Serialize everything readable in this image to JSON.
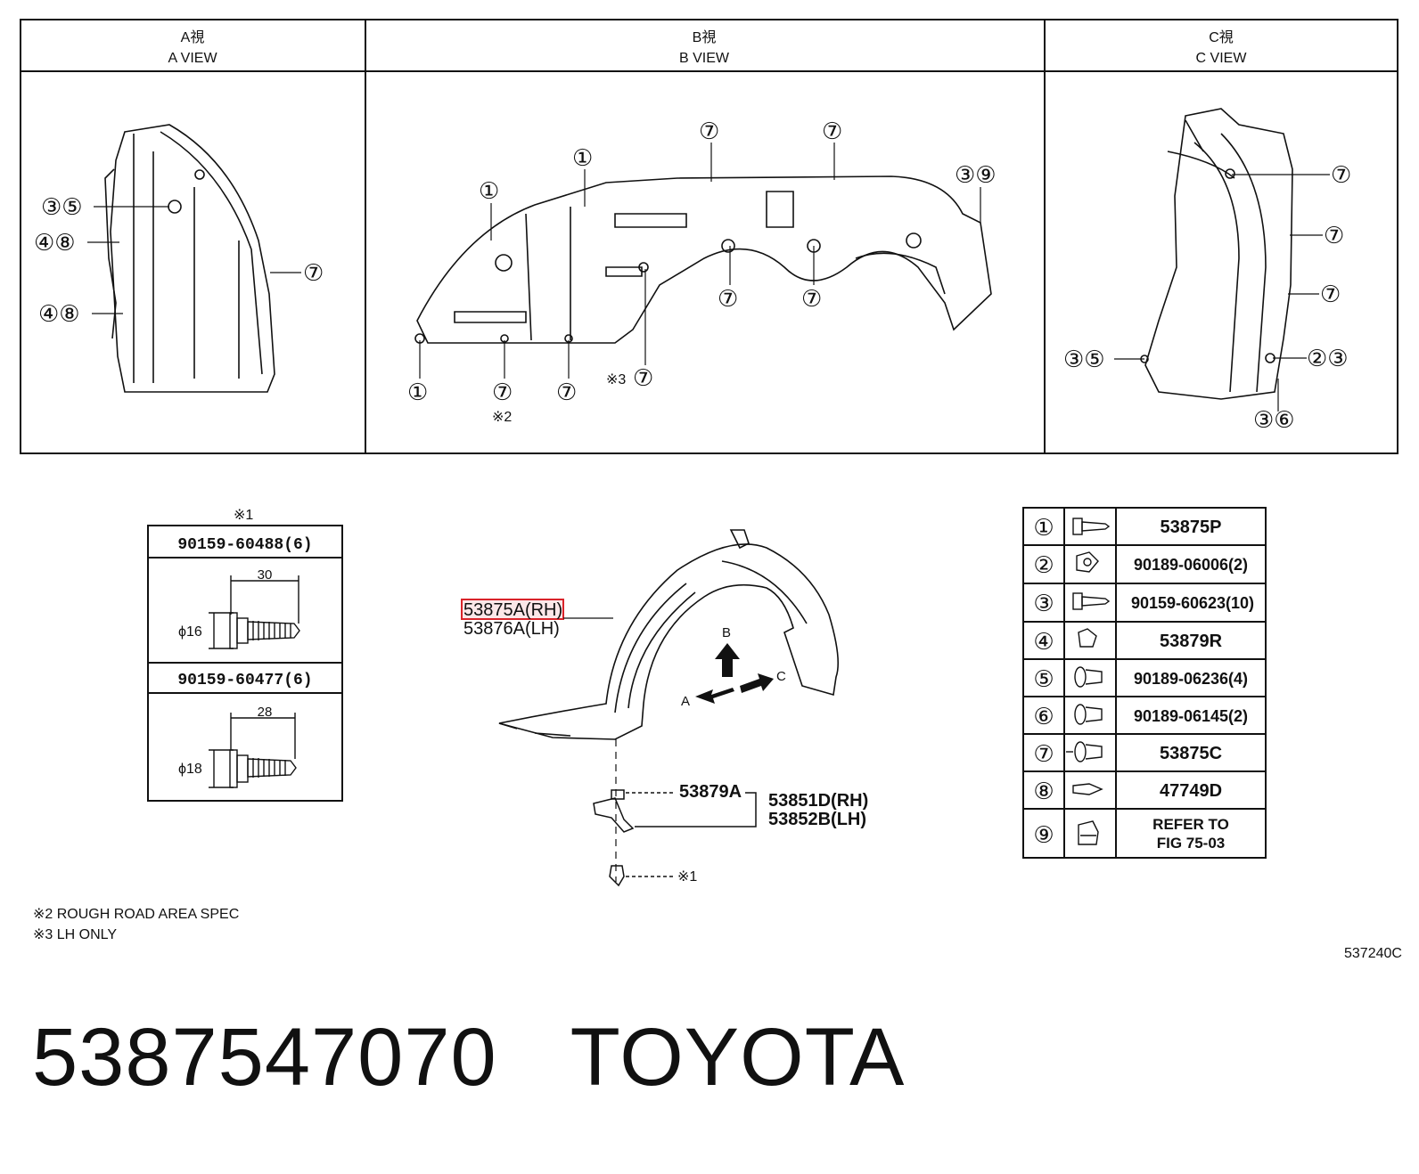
{
  "views": [
    {
      "label_ja": "A視",
      "label_en": "A VIEW"
    },
    {
      "label_ja": "B視",
      "label_en": "B VIEW"
    },
    {
      "label_ja": "C視",
      "label_en": "C VIEW"
    }
  ],
  "callouts": {
    "a_view": [
      "③⑤",
      "④⑧",
      "④⑧",
      "⑦"
    ],
    "b_view": [
      "①",
      "①",
      "⑦",
      "⑦",
      "③⑨",
      "⑦",
      "⑦",
      "①",
      "⑦",
      "⑦",
      "⑦"
    ],
    "b_view_marks": [
      "※3",
      "※2"
    ],
    "c_view": [
      "⑦",
      "⑦",
      "⑦",
      "③⑤",
      "②③",
      "③⑥"
    ]
  },
  "bolt_box": {
    "mark": "※1",
    "bolts": [
      {
        "part": "90159-60488(6)",
        "length": "30",
        "diameter": "ϕ16"
      },
      {
        "part": "90159-60477(6)",
        "length": "28",
        "diameter": "ϕ18"
      }
    ]
  },
  "main_labels": {
    "liner_rh": "53875A(RH)",
    "liner_lh": "53876A(LH)",
    "arrow_b": "B",
    "arrow_a": "A",
    "arrow_c": "C",
    "clip": "53879A",
    "bracket_rh": "53851D(RH)",
    "bracket_lh": "53852B(LH)",
    "bolt_ref": "※1"
  },
  "parts_table": [
    {
      "num": "①",
      "part": "53875P"
    },
    {
      "num": "②",
      "part": "90189-06006(2)"
    },
    {
      "num": "③",
      "part": "90159-60623(10)"
    },
    {
      "num": "④",
      "part": "53879R"
    },
    {
      "num": "⑤",
      "part": "90189-06236(4)"
    },
    {
      "num": "⑥",
      "part": "90189-06145(2)"
    },
    {
      "num": "⑦",
      "part": "53875C"
    },
    {
      "num": "⑧",
      "part": "47749D"
    },
    {
      "num": "⑨",
      "part": "REFER TO",
      "part2": "FIG 75-03"
    }
  ],
  "notes": [
    "※2 ROUGH ROAD AREA SPEC",
    "※3 LH ONLY"
  ],
  "figure_code": "537240C",
  "footer": {
    "part_number": "5387547070",
    "brand": "TOYOTA"
  },
  "colors": {
    "line": "#111111",
    "highlight": "#d9232a"
  }
}
